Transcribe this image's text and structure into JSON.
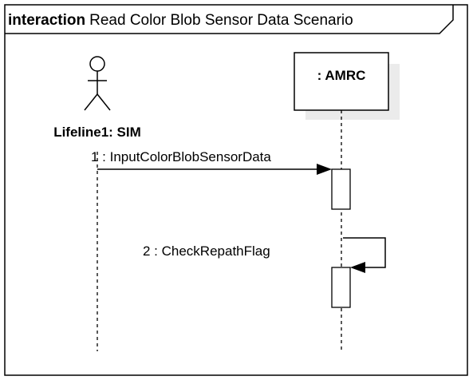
{
  "frame": {
    "keyword": "interaction",
    "title": "Read Color Blob Sensor Data Scenario"
  },
  "actor": {
    "label": "Lifeline1: SIM"
  },
  "object": {
    "label": ": AMRC"
  },
  "messages": [
    {
      "number": "1",
      "label": "1 : InputColorBlobSensorData"
    },
    {
      "number": "2",
      "label": "2 : CheckRepathFlag"
    }
  ]
}
